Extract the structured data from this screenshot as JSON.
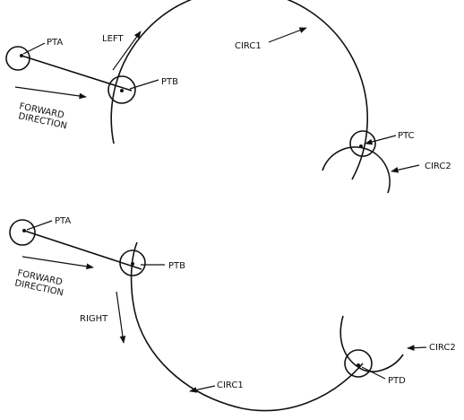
{
  "top": {
    "pta": "PTA",
    "ptb": "PTB",
    "ptc": "PTC",
    "left": "LEFT",
    "circ1": "CIRC1",
    "circ2": "CIRC2",
    "forward_line1": "FORWARD",
    "forward_line2": "DIRECTION"
  },
  "bottom": {
    "pta": "PTA",
    "ptb": "PTB",
    "ptd": "PTD",
    "right": "RIGHT",
    "circ1": "CIRC1",
    "circ2": "CIRC2",
    "forward_line1": "FORWARD",
    "forward_line2": "DIRECTION"
  },
  "colors": {
    "ink": "#111111",
    "background": "#ffffff"
  }
}
